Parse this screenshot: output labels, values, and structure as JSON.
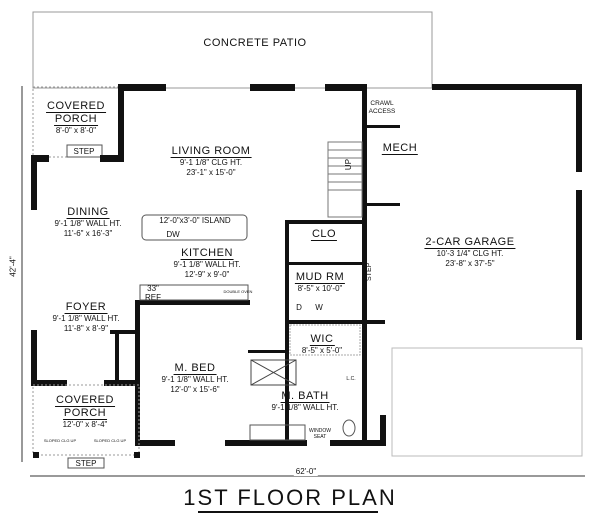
{
  "patio": {
    "name": "CONCRETE PATIO"
  },
  "rooms": {
    "porch_top": {
      "name": "COVERED PORCH",
      "line1": "COVERED",
      "line2": "PORCH",
      "size": "8'-0\" x 8'-0\"",
      "step": "STEP"
    },
    "living": {
      "name": "LIVING ROOM",
      "height": "9'-1 1/8\" CLG HT.",
      "size": "23'-1\" x 15'-0\""
    },
    "dining": {
      "name": "DINING",
      "height": "9'-1 1/8\" WALL HT.",
      "size": "11'-6\" x 16'-3\""
    },
    "island": {
      "name": "12'-0\"x3'-0\" ISLAND",
      "dw": "DW"
    },
    "kitchen": {
      "name": "KITCHEN",
      "height": "9'-1 1/8\" WALL HT.",
      "size": "12'-9\" x 9'-0\"",
      "ref": "33\"",
      "ref2": "REF",
      "oven": "DOUBLE OVEN"
    },
    "foyer": {
      "name": "FOYER",
      "height": "9'-1 1/8\" WALL HT.",
      "size": "11'-8\" x 8'-9\""
    },
    "porch_bottom": {
      "line1": "COVERED",
      "line2": "PORCH",
      "size": "12'-0\" x 8'-4\"",
      "step": "STEP",
      "note_left": "SLOPED CLG UP",
      "note_right": "SLOPED CLG UP"
    },
    "mbed": {
      "name": "M. BED",
      "height": "9'-1 1/8\" WALL HT.",
      "size": "12'-0\" x 15'-6\""
    },
    "wic": {
      "name": "WIC",
      "size": "8'-5\" x 5'-0\""
    },
    "mbath": {
      "name": "M. BATH",
      "height": "9'-1 1/8\" WALL HT.",
      "lc": "L.C.",
      "window_seat": "WINDOW SEAT"
    },
    "crawl": {
      "name": "CRAWL ACCESS"
    },
    "mech": {
      "name": "MECH"
    },
    "stairs": {
      "label": "UP"
    },
    "clo": {
      "name": "CLO"
    },
    "mudrm": {
      "name": "MUD RM",
      "size": "8'-5\" x 10'-0\"",
      "dryer": "D",
      "washer": "W",
      "step": "STEP"
    },
    "garage": {
      "name": "2-CAR GARAGE",
      "height": "10'-3 1/4\" CLG HT.",
      "size": "23'-8\" x 37'-5\""
    }
  },
  "dimensions": {
    "depth": "42'-4\"",
    "width": "62'-0\""
  },
  "title": "1ST FLOOR PLAN"
}
